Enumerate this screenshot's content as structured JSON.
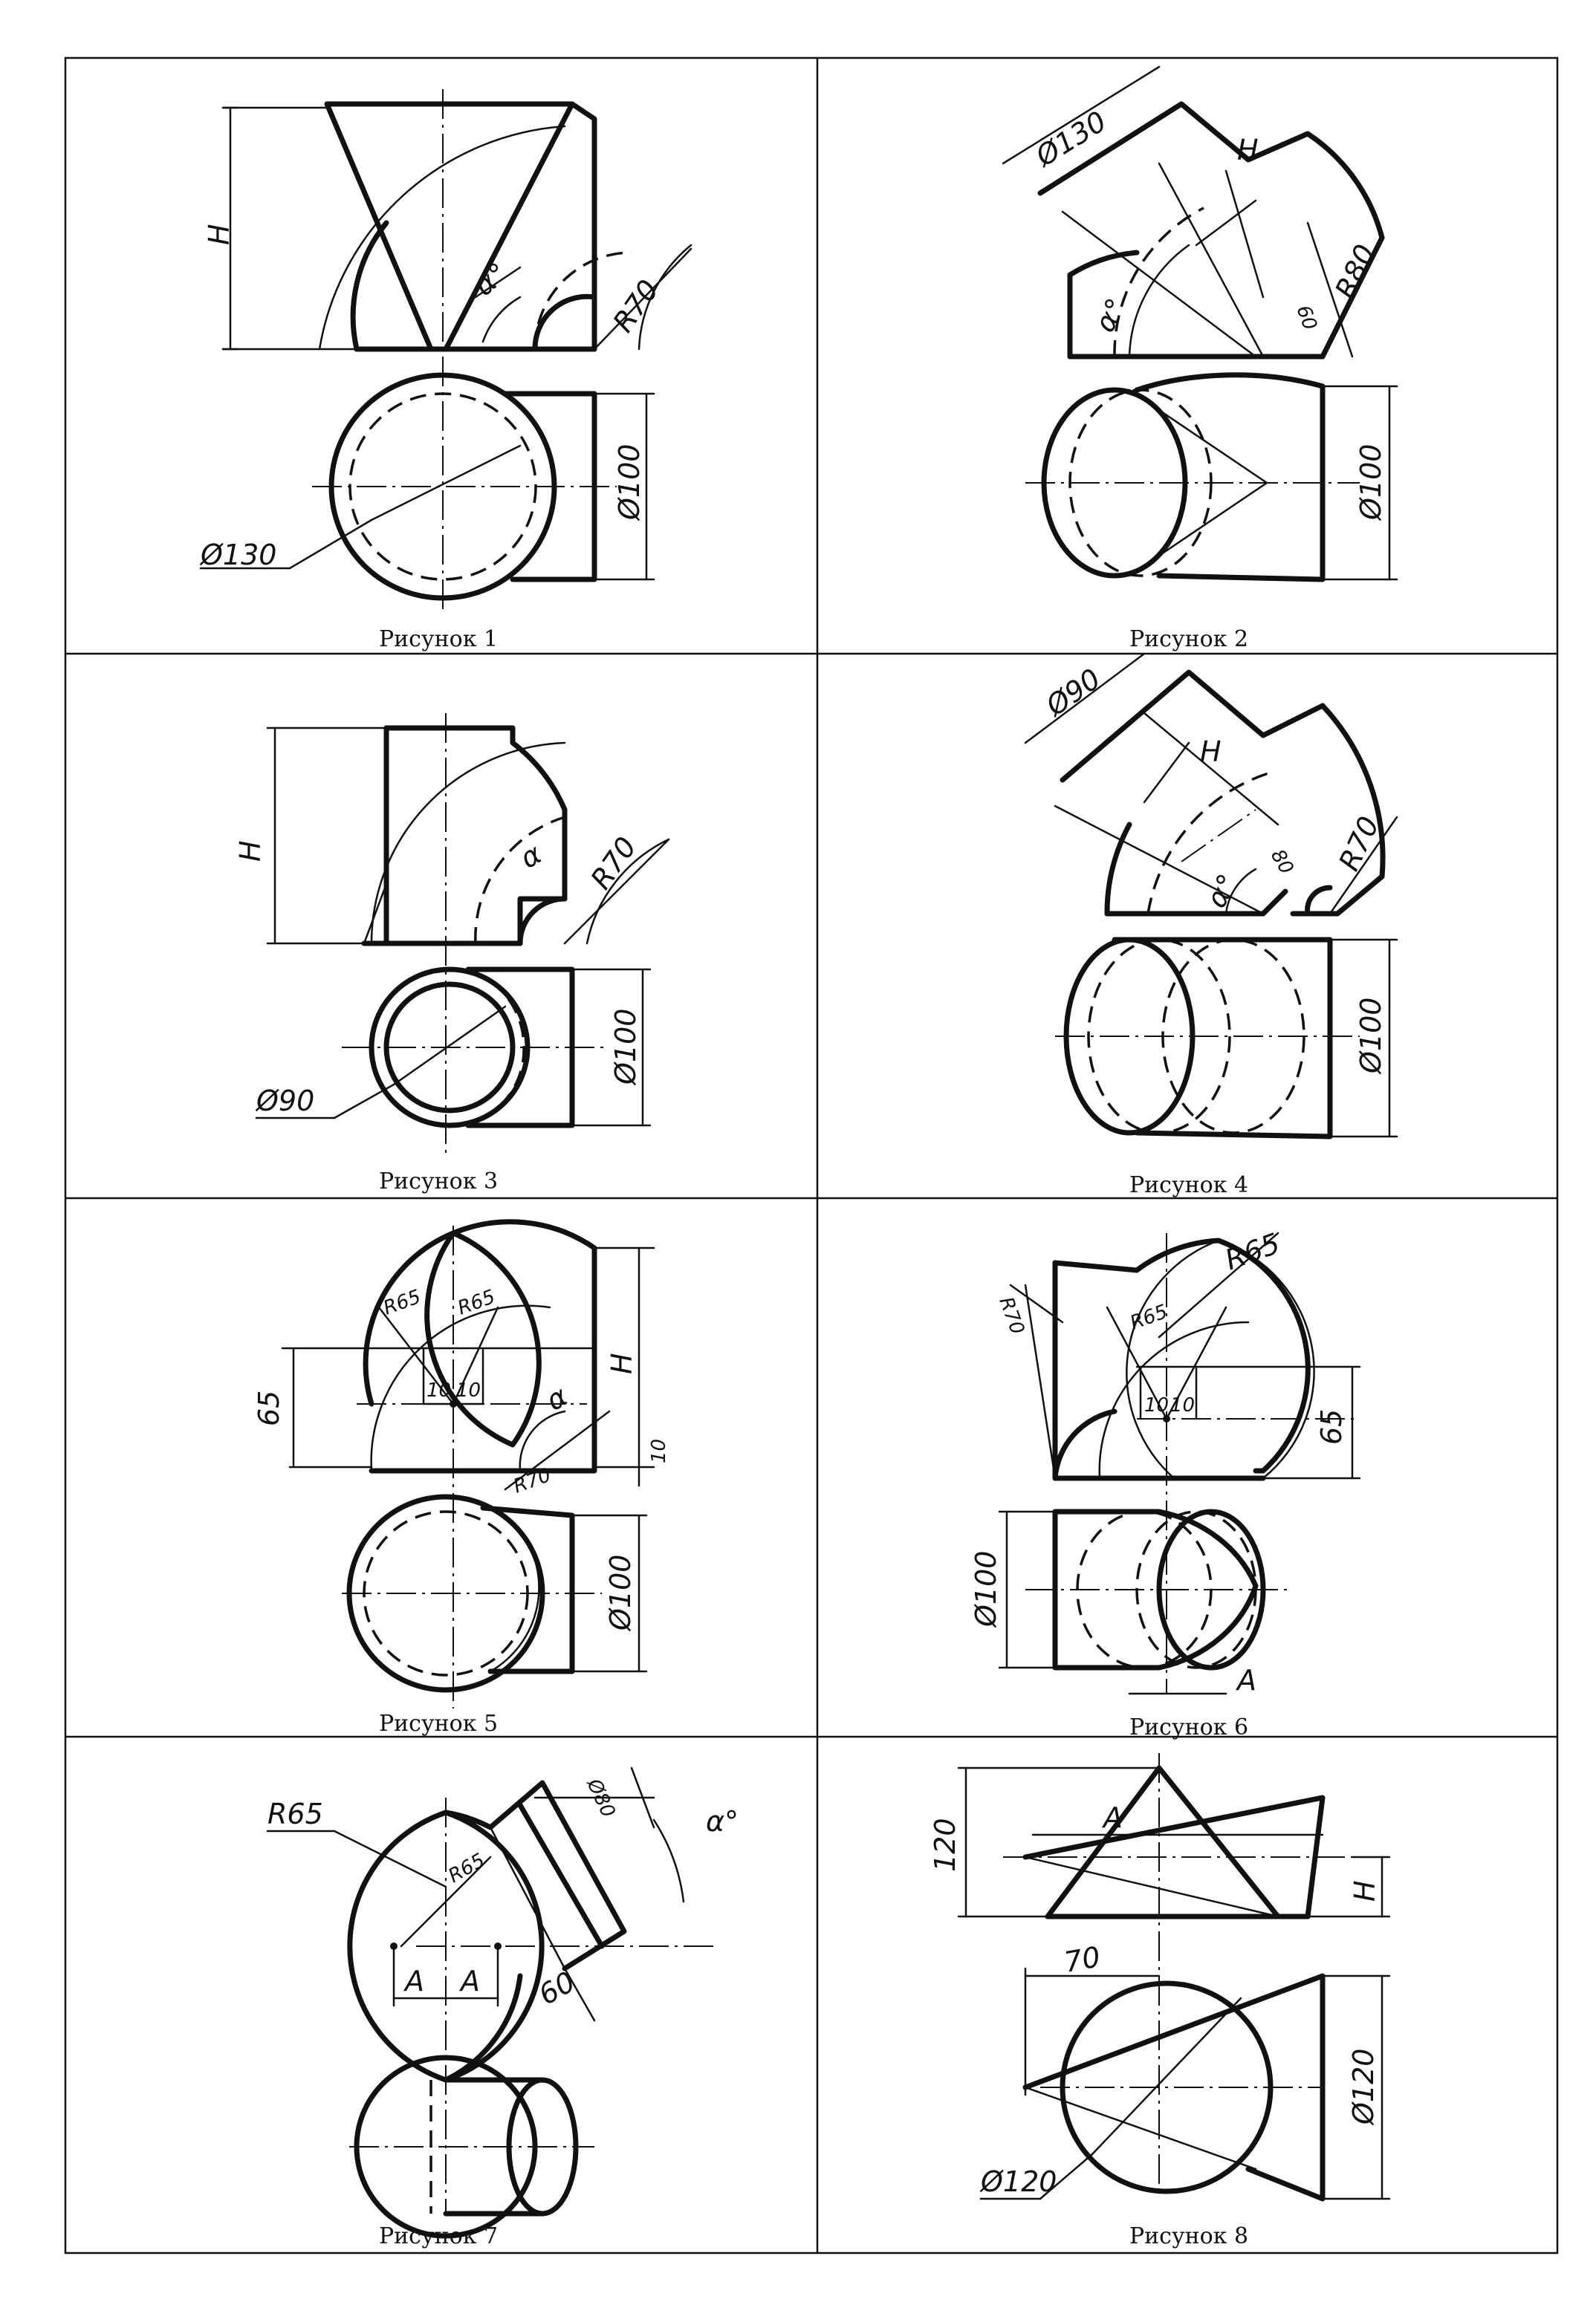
{
  "figures": [
    {
      "caption": "Рисунок 1",
      "labels": [
        "H",
        "α°",
        "R70",
        "Ø100",
        "Ø130"
      ]
    },
    {
      "caption": "Рисунок 2",
      "labels": [
        "Ø130",
        "H",
        "α°",
        "60",
        "R80",
        "Ø100"
      ]
    },
    {
      "caption": "Рисунок 3",
      "labels": [
        "H",
        "α",
        "R70",
        "Ø100",
        "Ø90"
      ]
    },
    {
      "caption": "Рисунок 4",
      "labels": [
        "Ø90",
        "H",
        "80",
        "α°",
        "R70",
        "Ø100"
      ]
    },
    {
      "caption": "Рисунок 5",
      "labels": [
        "R65",
        "R65",
        "65",
        "10",
        "10",
        "α",
        "H",
        "10",
        "R70",
        "Ø100"
      ]
    },
    {
      "caption": "Рисунок 6",
      "labels": [
        "R65",
        "R70",
        "R65",
        "10",
        "10",
        "65",
        "Ø100",
        "A"
      ]
    },
    {
      "caption": "Рисунок 7",
      "labels": [
        "R65",
        "R65",
        "Ø80",
        "α°",
        "A",
        "A",
        "60"
      ]
    },
    {
      "caption": "Рисунок 8",
      "labels": [
        "A",
        "120",
        "H",
        "70",
        "Ø120",
        "Ø120"
      ]
    }
  ]
}
